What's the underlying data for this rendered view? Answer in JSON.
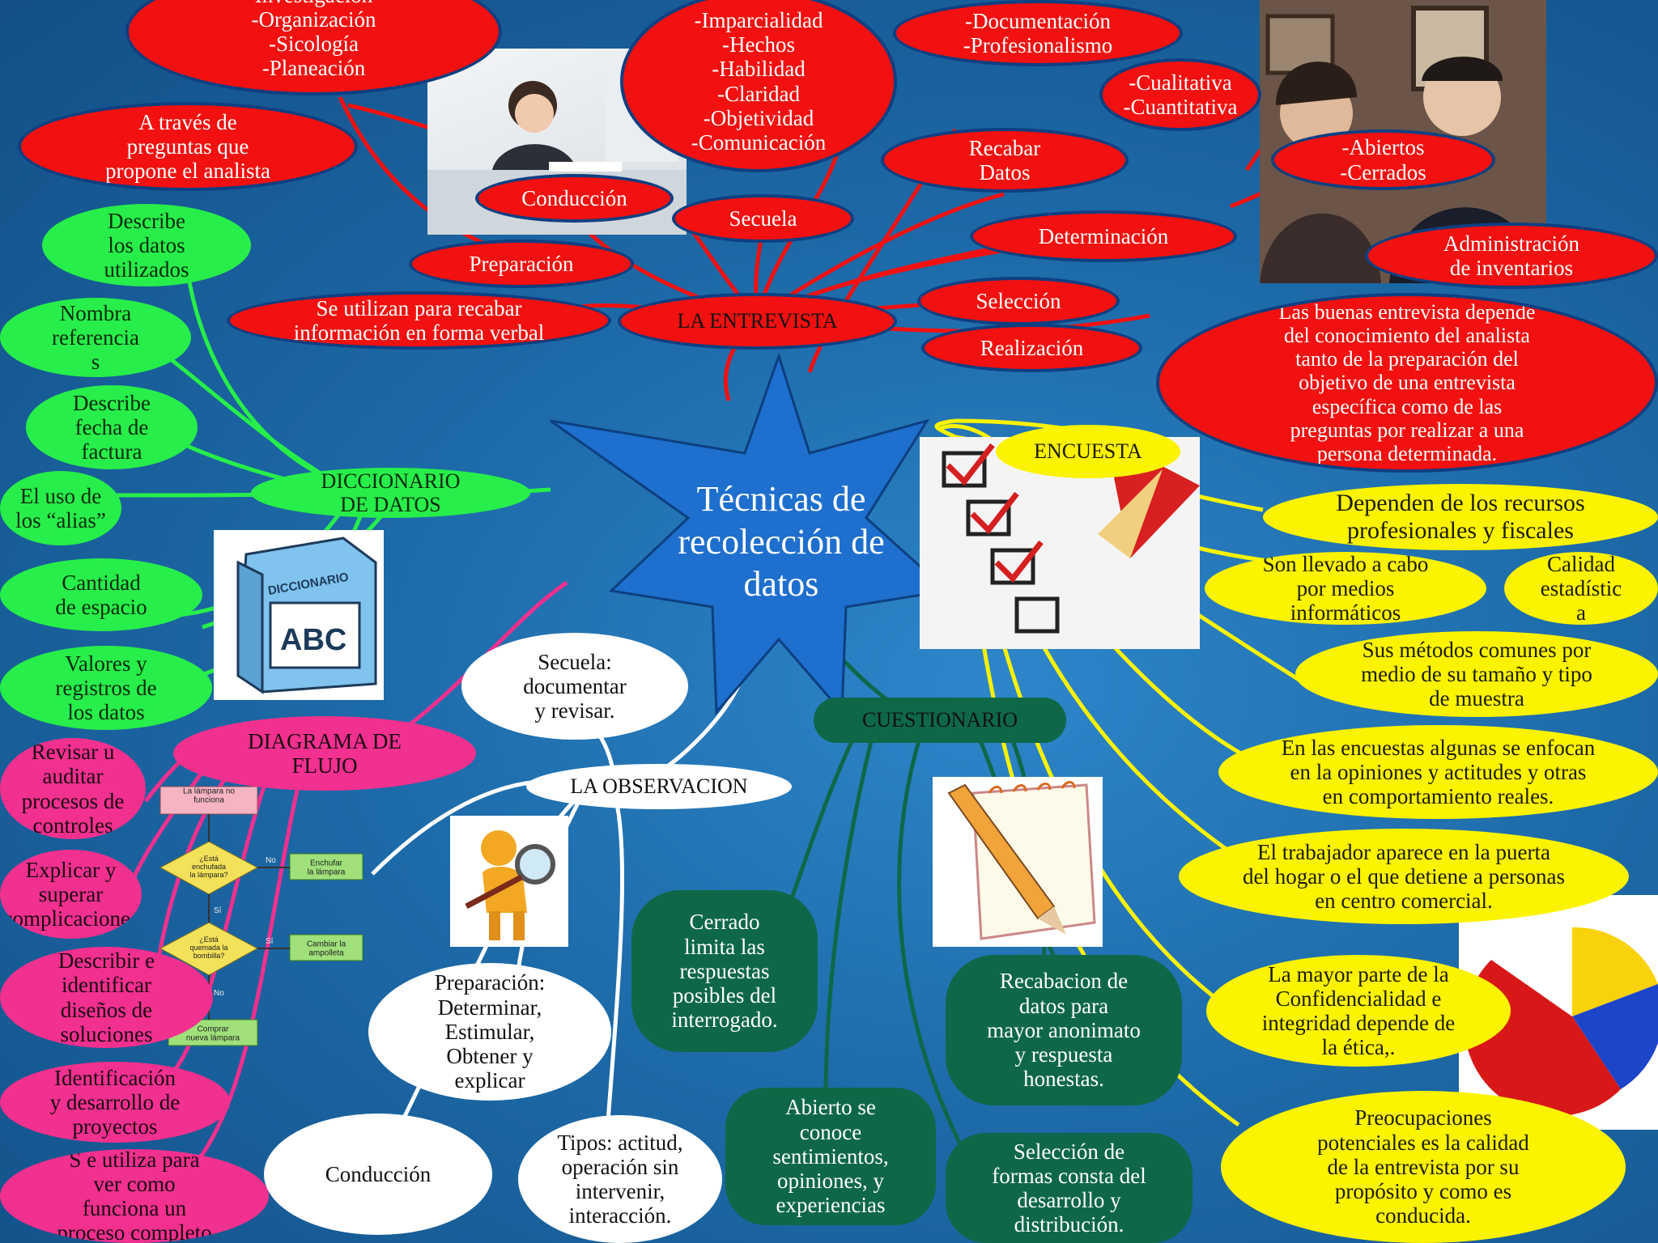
{
  "center_title": "Técnicas de\nrecolección de\ndatos",
  "entrevista": {
    "label": "LA ENTREVISTA",
    "organizacion": "Investigación\n-Organización\n-Sicología\n-Planeación",
    "imparcialidad": "-Imparcialidad\n-Hechos\n-Habilidad\n-Claridad\n-Objetividad\n-Comunicación",
    "documentacion": "-Documentación\n-Profesionalismo",
    "cualitativa": "-Cualitativa\n-Cuantitativa",
    "preguntas_analista": "A través  de\npreguntas que\npropone el analista",
    "conduccion": "Conducción",
    "secuela": "Secuela",
    "recabar_datos": "Recabar\nDatos",
    "abiertos": "-Abiertos\n-Cerrados",
    "determinacion": "Determinación",
    "preparacion": "Preparación",
    "administracion": "Administración\nde inventarios",
    "recabar_verbal": "Se utilizan para recabar\ninformación en forma verbal",
    "seleccion": "Selección",
    "realizacion": "Realización",
    "buenas_entrevistas": "Las buenas entrevista depende\ndel conocimiento del analista\ntanto de la preparación del\nobjetivo de una entrevista\nespecífica como de las\npreguntas por realizar a una\npersona determinada."
  },
  "diccionario": {
    "label": "DICCIONARIO\nDE DATOS",
    "describe_datos": "Describe\nlos datos\nutilizados",
    "nombra_ref": "Nombra\nreferencia\ns",
    "describe_fecha": "Describe\nfecha de\nfactura",
    "alias": "El uso de\nlos “alias”",
    "cantidad": "Cantidad\nde espacio",
    "valores": "Valores y\nregistros de\nlos datos",
    "book_title": "DICCIONARIO",
    "book_abc": "ABC"
  },
  "diagrama": {
    "label": "DIAGRAMA DE\nFLUJO",
    "revisar": "Revisar u\nauditar\nprocesos de\ncontroles",
    "explicar": "Explicar y\nsuperar\ncomplicaciones",
    "describir": "Describir e\nidentificar\ndiseños de\nsoluciones",
    "identificacion": "Identificación\ny desarrollo de\nproyectos",
    "funciona": "S e utiliza para\nver como\nfunciona un\nproceso completo",
    "flow_start": "La lámpara no\nfunciona",
    "flow_q1": "¿Está\nenchufada\nla lámpara?",
    "flow_a1": "Enchufar\nla lámpara",
    "flow_q2": "¿Está\nquemada la\nbombilla?",
    "flow_a2": "Cambiar la\nampolleta",
    "flow_end": "Comprar\nnueva lámpara",
    "flow_no": "No",
    "flow_si": "Sí"
  },
  "observacion": {
    "label": "LA OBSERVACION",
    "secuela": "Secuela:\ndocumentar\ny revisar.",
    "preparacion": "Preparación:\nDeterminar,\nEstimular,\nObtener y\nexplicar",
    "conduccion": "Conducción",
    "tipos": "Tipos: actitud,\noperación sin\nintervenir,\ninteracción."
  },
  "cuestionario": {
    "label": "CUESTIONARIO",
    "cerrado": "Cerrado\nlimita las\nrespuestas\nposibles del\ninterrogado.",
    "abierto": "Abierto se\nconoce\nsentimientos,\nopiniones, y\nexperiencias",
    "recabacion": "Recabacion de\ndatos  para\nmayor anonimato\ny respuesta\nhonestas.",
    "seleccion_formas": "Selección de\nformas consta del\ndesarrollo y\ndistribución."
  },
  "encuesta": {
    "label": "ENCUESTA",
    "recursos": "Dependen de los recursos\nprofesionales y fiscales",
    "medios": "Son llevado a cabo\npor medios\ninformáticos",
    "calidad": "Calidad\nestadístic\na",
    "metodos": "Sus métodos comunes por\nmedio de su tamaño y tipo\nde muestra",
    "opiniones": "En las encuestas algunas se enfocan\nen la opiniones y actitudes y otras\nen comportamiento reales.",
    "trabajador": "El trabajador aparece en la puerta\ndel hogar o el que detiene a personas\nen centro comercial.",
    "confidencialidad": "La mayor parte de la\nConfidencialidad  e\nintegridad depende de\nla ética,.",
    "preocupaciones": "Preocupaciones\npotenciales  es la calidad\nde la entrevista  por su\npropósito y como es\nconducida."
  },
  "colors": {
    "red": "#f21010",
    "green": "#27ee4a",
    "pink": "#f2308f",
    "yellow": "#fbf300",
    "dark_green": "#0e6848",
    "star": "#1e6fce",
    "background": "#1d6aa8"
  },
  "icons": [
    "office-photo",
    "interview-photo",
    "checklist-photo",
    "dictionary-book",
    "flowchart",
    "magnifier-figure",
    "pencil-notepad",
    "pie-chart-3d"
  ]
}
